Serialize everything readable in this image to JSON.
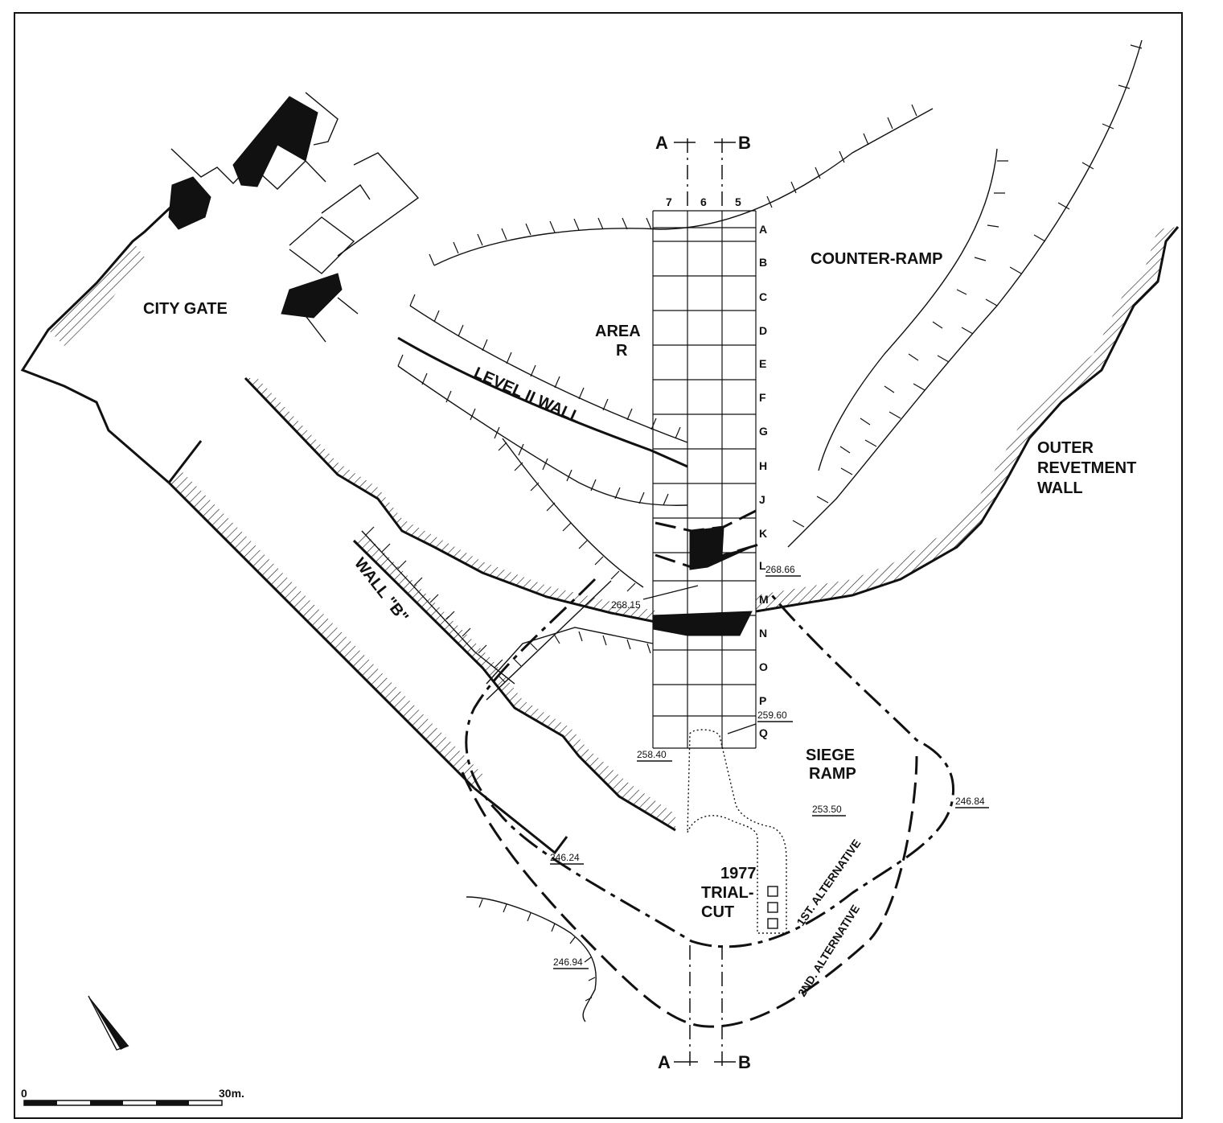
{
  "labels": {
    "city_gate": "CITY GATE",
    "area_r_1": "AREA",
    "area_r_2": "R",
    "counter_ramp": "COUNTER-RAMP",
    "outer_revetment_1": "OUTER",
    "outer_revetment_2": "REVETMENT",
    "outer_revetment_3": "WALL",
    "level_ii_wall": "LEVEL II WALL",
    "wall_b": "WALL \"B\"",
    "siege_ramp_1": "SIEGE",
    "siege_ramp_2": "RAMP",
    "trial_cut_1": "1977",
    "trial_cut_2": "TRIAL-",
    "trial_cut_3": "CUT",
    "first_alternative": "1ST. ALTERNATIVE",
    "second_alternative": "2ND. ALTERNATIVE"
  },
  "section_markers": {
    "a_top": "A",
    "b_top": "B",
    "a_bottom": "A",
    "b_bottom": "B"
  },
  "grid": {
    "columns": [
      "7",
      "6",
      "5"
    ],
    "rows": [
      "A",
      "B",
      "C",
      "D",
      "E",
      "F",
      "G",
      "H",
      "J",
      "K",
      "L",
      "M",
      "N",
      "O",
      "P",
      "Q"
    ]
  },
  "elevations": {
    "e1": "268.66",
    "e2": "268.15",
    "e3": "259.60",
    "e4": "258.40",
    "e5": "253.50",
    "e6": "246.84",
    "e7": "246.24",
    "e8": "246.94"
  },
  "scale_bar": {
    "start": "0",
    "end": "30m."
  }
}
